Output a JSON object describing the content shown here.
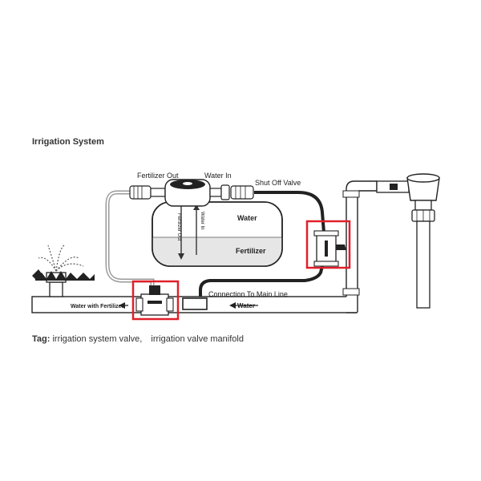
{
  "page": {
    "heading": "Irrigation System",
    "tag_label": "Tag:",
    "tags": [
      "irrigation system valve,",
      "irrigation valve manifold"
    ]
  },
  "diagram": {
    "labels": {
      "fertilizer_out": "Fertilizer Out",
      "water_in": "Water In",
      "shut_off_valve": "Shut Off Valve",
      "water": "Water",
      "fertilizer": "Fertilizer",
      "fertilizer_out_vertical": "Fertilizer Out",
      "water_in_vertical": "Water In",
      "connection_to_main_line": "Connection To Main Line",
      "water_flow": "Water",
      "water_with_fertilizer": "Water with Fertilizer"
    },
    "colors": {
      "line": "#222222",
      "pipe_fill": "#ffffff",
      "highlight": "#e0202a",
      "fertilizer_fill": "#e6e6e6",
      "hose": "#9a9a9a"
    }
  }
}
